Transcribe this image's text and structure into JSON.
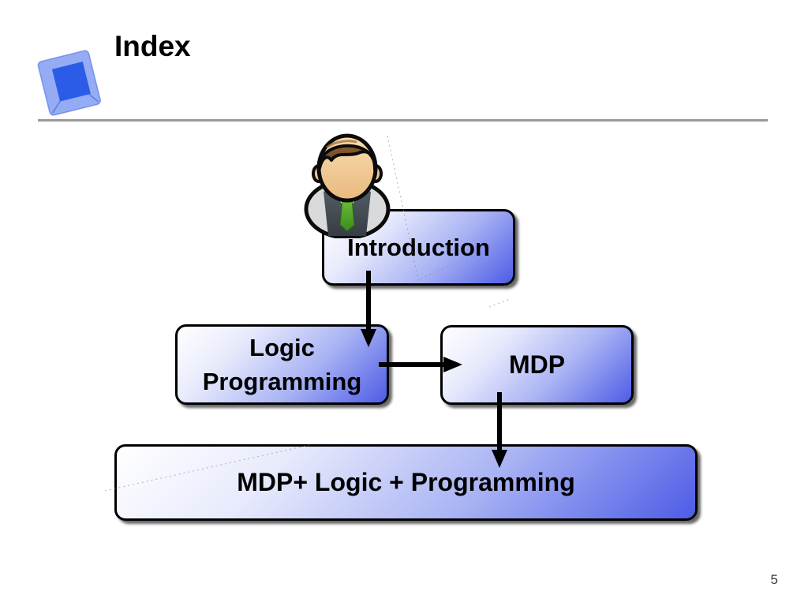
{
  "slide": {
    "title": "Index",
    "page_number": "5"
  },
  "diagram": {
    "nodes": [
      {
        "id": "introduction",
        "label": "Introduction"
      },
      {
        "id": "logic-programming",
        "label": "Logic\nProgramming"
      },
      {
        "id": "mdp",
        "label": "MDP"
      },
      {
        "id": "mdp-logic-programming",
        "label": "MDP+ Logic + Programming"
      }
    ],
    "edges": [
      {
        "from": "introduction",
        "to": "logic-programming",
        "direction": "down"
      },
      {
        "from": "logic-programming",
        "to": "mdp",
        "direction": "right"
      },
      {
        "from": "mdp",
        "to": "mdp-logic-programming",
        "direction": "down"
      }
    ],
    "icons": [
      {
        "name": "person-icon",
        "description": "business person avatar above Introduction node"
      },
      {
        "name": "cube-logo-icon",
        "description": "blue 3D cube slide logo"
      }
    ]
  },
  "colors": {
    "node_gradient_start": "#ffffff",
    "node_gradient_mid": "#aab4f4",
    "node_gradient_end": "#4d5ce6",
    "node_border": "#000000",
    "arrow": "#000000",
    "divider": "#999999",
    "cube_front": "#2a5ce8",
    "cube_outer": "#7e99f0",
    "avatar_vest": "#464e56",
    "avatar_tie": "#55a82d",
    "avatar_skin": "#f2cfa0",
    "avatar_hair": "#7a4f28",
    "title_color": "#000000"
  }
}
